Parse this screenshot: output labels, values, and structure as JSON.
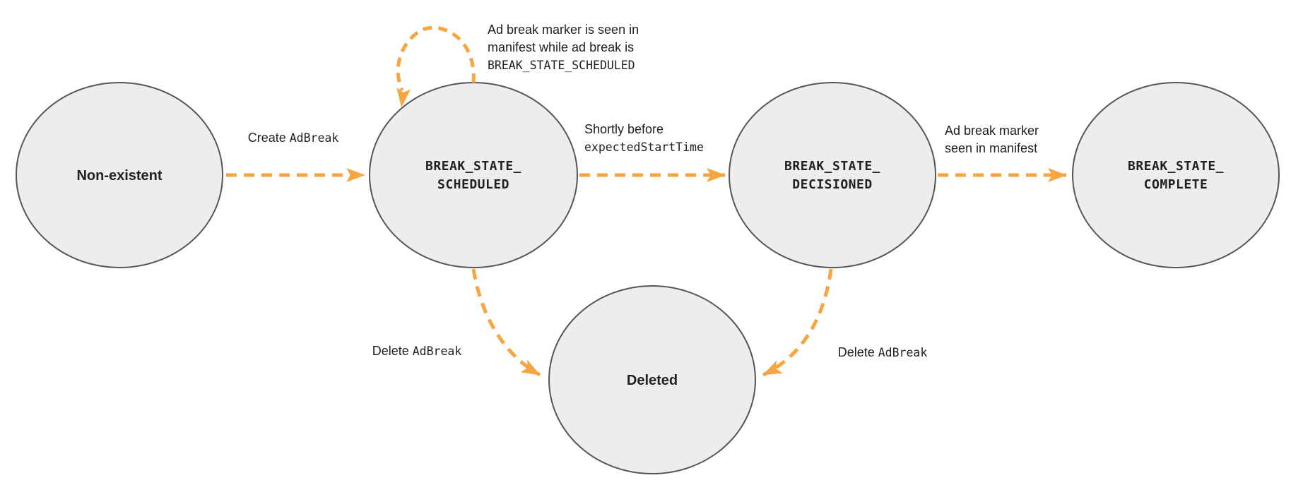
{
  "colors": {
    "accent": "#F6A543",
    "node_fill": "#EDEDED",
    "node_border": "#55565A",
    "text": "#202124"
  },
  "states": {
    "non_existent": {
      "label": "Non-existent"
    },
    "scheduled": {
      "line1": "BREAK_STATE_",
      "line2": "SCHEDULED"
    },
    "decisioned": {
      "line1": "BREAK_STATE_",
      "line2": "DECISIONED"
    },
    "complete": {
      "line1": "BREAK_STATE_",
      "line2": "COMPLETE"
    },
    "deleted": {
      "label": "Deleted"
    }
  },
  "transitions": {
    "create": {
      "text": "Create",
      "code": "AdBreak"
    },
    "self_loop": {
      "line1": "Ad break marker is seen in",
      "line2": "manifest while ad break is",
      "code": "BREAK_STATE_SCHEDULED"
    },
    "shortly": {
      "text": "Shortly before",
      "code": "expectedStartTime"
    },
    "marker_seen": {
      "line1": "Ad break marker",
      "line2": "seen in manifest"
    },
    "delete_left": {
      "text": "Delete",
      "code": "AdBreak"
    },
    "delete_right": {
      "text": "Delete",
      "code": "AdBreak"
    }
  }
}
